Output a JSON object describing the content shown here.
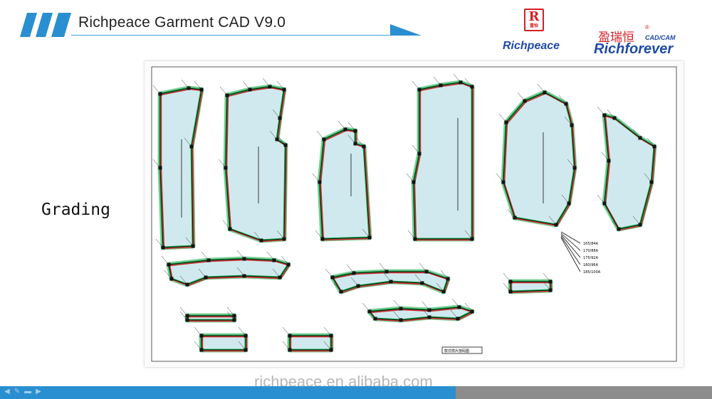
{
  "slide": {
    "title": "Richpeace Garment CAD V9.0",
    "side_label": "Grading",
    "watermark": "richpeace.en.alibaba.com"
  },
  "logos": {
    "richpeace": {
      "mark": "R",
      "mark_sub": "富怡",
      "word": "Richpeace"
    },
    "richforever": {
      "cn": "盈瑞恒",
      "tag": "CAD/CAM",
      "word": "Richforever"
    }
  },
  "drawing": {
    "size_labels": [
      "165/84A",
      "170/88A",
      "175/92A",
      "180/96A",
      "185/100A"
    ],
    "legend_box": "款式样片放码图"
  },
  "colors": {
    "accent_blue": "#2a8fd1",
    "piece_fill": "#cfe9ee",
    "grade_green": "#18a84a",
    "grade_red": "#d4232a",
    "outline": "#111111"
  },
  "slideshow_controls": [
    "left-arrow-icon",
    "pen-icon",
    "menu-icon",
    "right-arrow-icon"
  ]
}
